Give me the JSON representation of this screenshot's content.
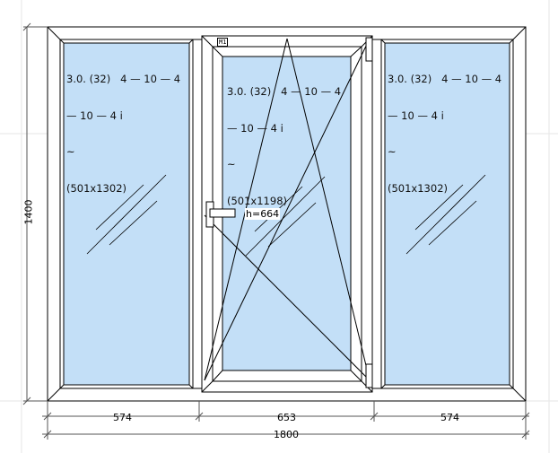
{
  "window": {
    "overall_width": "1800",
    "overall_height": "1400",
    "sections": [
      {
        "width": "574",
        "glass_line1": "3.0. (32)   4 — 10 — 4",
        "glass_line2": "— 10 — 4 i",
        "glass_line3": "~",
        "glass_size": "(501x1302)"
      },
      {
        "width": "653",
        "glass_line1": "3.0. (32)   4 — 10 — 4",
        "glass_line2": "— 10 — 4 i",
        "glass_line3": "~",
        "glass_size": "(501x1198)"
      },
      {
        "width": "574",
        "glass_line1": "3.0. (32)   4 — 10 — 4",
        "glass_line2": "— 10 — 4 i",
        "glass_line3": "~",
        "glass_size": "(501x1302)"
      }
    ],
    "handle_height": "h=664",
    "sash_badge": "М1"
  },
  "colors": {
    "glass": "#c3dff7",
    "frame": "#ffffff",
    "line": "#000000",
    "grid": "#e6e6e6"
  }
}
